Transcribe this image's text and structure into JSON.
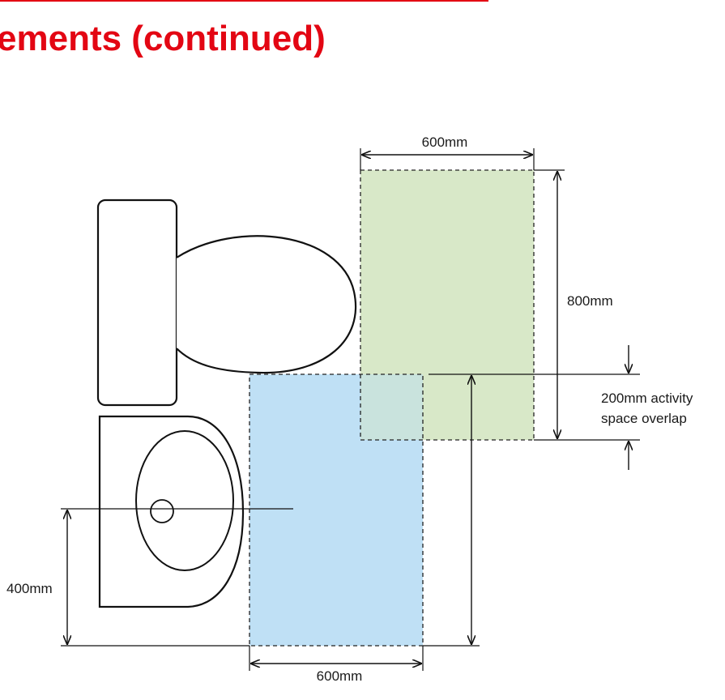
{
  "header": {
    "title": "ements (continued)",
    "accent_color": "#e30613"
  },
  "diagram": {
    "fixtures": [
      "toilet-cistern",
      "toilet-bowl",
      "washbasin"
    ],
    "zones": [
      {
        "name": "toilet-activity-space",
        "fill": "#d8e8c8"
      },
      {
        "name": "washbasin-activity-space",
        "fill": "#bfe0f5"
      },
      {
        "name": "overlap",
        "fill": "#c9e3dd"
      }
    ],
    "labels": {
      "green_width": "600mm",
      "green_height": "800mm",
      "overlap_line1": "200mm activity",
      "overlap_line2": "space overlap",
      "basin_offset": "400mm",
      "blue_width": "600mm"
    }
  }
}
